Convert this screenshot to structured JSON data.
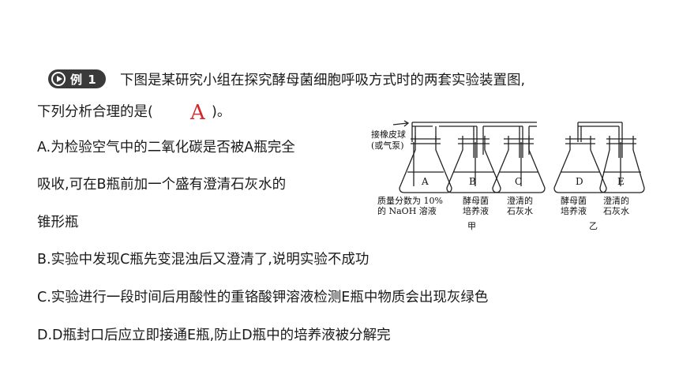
{
  "question": {
    "badge": "例 1",
    "stem_line1": "下图是某研究小组在探究酵母菌细胞呼吸方式时的两套实验装置图,",
    "stem_line2_before": "下列分析合理的是(",
    "answer": "A",
    "stem_line2_after": ")。",
    "options": [
      "A.为检验空气中的二氧化碳是否被A瓶完全",
      "吸收,可在B瓶前加一个盛有澄清石灰水的",
      "锥形瓶",
      "B.实验中发现C瓶先变混浊后又澄清了,说明实验不成功",
      "C.实验进行一段时间后用酸性的重铬酸钾溶液检测E瓶中物质会出现灰绿色",
      "D.D瓶封口后应立即接通E瓶,防止D瓶中的培养液被分解完"
    ]
  },
  "figure": {
    "pump_label_1": "接橡皮球",
    "pump_label_2": "(或气泵)",
    "flask_A_letter": "A",
    "flask_B_letter": "B",
    "flask_C_letter": "C",
    "flask_D_letter": "D",
    "flask_E_letter": "E",
    "flask_A_content_1": "质量分数为 10%",
    "flask_A_content_2": "的 NaOH 溶液",
    "flask_B_content_1": "酵母菌",
    "flask_B_content_2": "培养液",
    "flask_C_content_1": "澄清的",
    "flask_C_content_2": "石灰水",
    "flask_D_content_1": "酵母菌",
    "flask_D_content_2": "培养液",
    "flask_E_content_1": "澄清的",
    "flask_E_content_2": "石灰水",
    "set_jia": "甲",
    "set_yi": "乙"
  }
}
